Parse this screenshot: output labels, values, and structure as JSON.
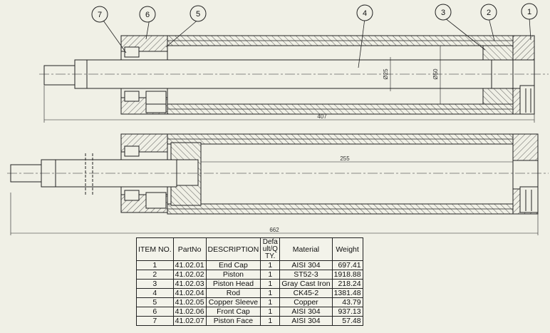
{
  "balloons": [
    "1",
    "2",
    "3",
    "4",
    "5",
    "6",
    "7"
  ],
  "dimensions": {
    "top_length": "407",
    "bottom_length": "662",
    "stroke": "255",
    "rod_diameter": "Ø25",
    "bore_diameter": "Ø50"
  },
  "bom": {
    "headers": [
      "ITEM NO.",
      "PartNo",
      "DESCRIPTION",
      "Defa ult/Q TY.",
      "Material",
      "Weight"
    ],
    "rows": [
      {
        "item": "1",
        "part_no": "41.02.01",
        "description": "End Cap",
        "qty": "1",
        "material": "AISI 304",
        "weight": "697.41"
      },
      {
        "item": "2",
        "part_no": "41.02.02",
        "description": "Piston",
        "qty": "1",
        "material": "ST52-3",
        "weight": "1918.88"
      },
      {
        "item": "3",
        "part_no": "41.02.03",
        "description": "Piston Head",
        "qty": "1",
        "material": "Gray Cast Iron",
        "weight": "218.24"
      },
      {
        "item": "4",
        "part_no": "41.02.04",
        "description": "Rod",
        "qty": "1",
        "material": "CK45-2",
        "weight": "1381.48"
      },
      {
        "item": "5",
        "part_no": "41.02.05",
        "description": "Copper Sleeve",
        "qty": "1",
        "material": "Copper",
        "weight": "43.79"
      },
      {
        "item": "6",
        "part_no": "41.02.06",
        "description": "Front Cap",
        "qty": "1",
        "material": "AISI 304",
        "weight": "937.13"
      },
      {
        "item": "7",
        "part_no": "41.02.07",
        "description": "Piston Face",
        "qty": "1",
        "material": "AISI 304",
        "weight": "57.48"
      }
    ]
  }
}
